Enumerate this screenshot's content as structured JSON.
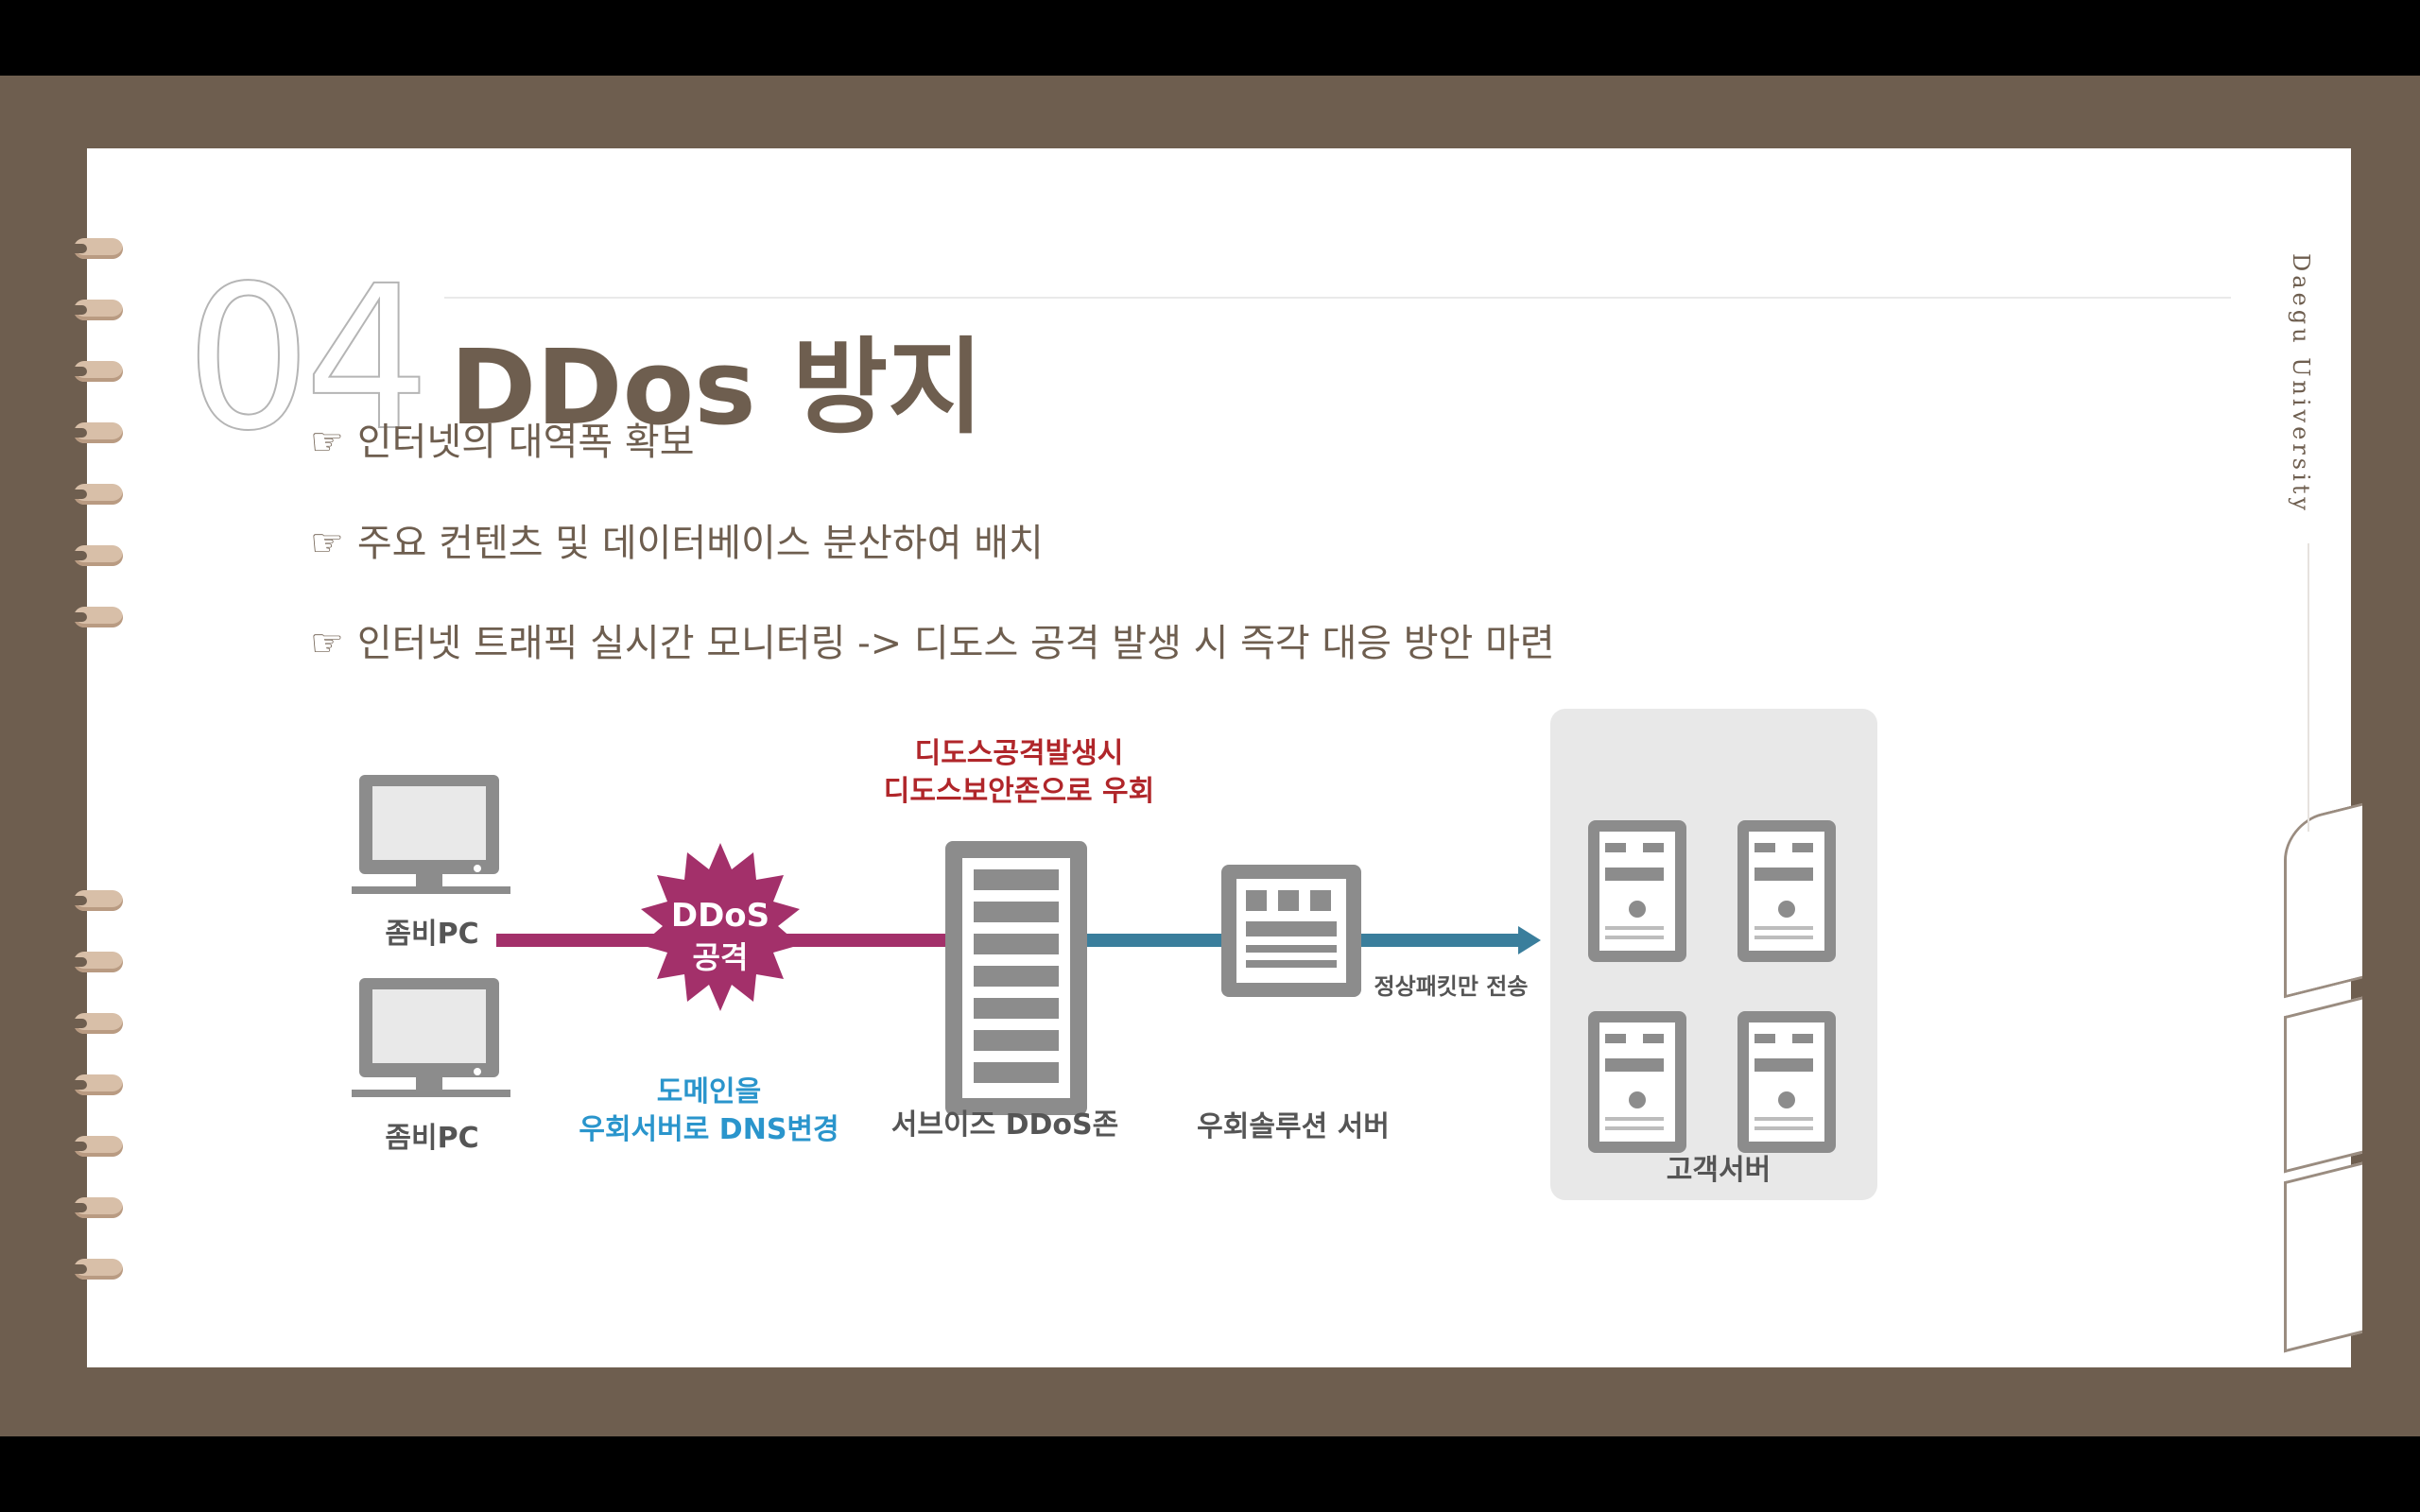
{
  "slide": {
    "number": "04",
    "title": "DDos 방지",
    "side_label": "Daegu University",
    "bullet_icon": "hand-pointer-icon",
    "bullet_glyph": "☞",
    "bullets": [
      "인터넷의 대역폭 확보",
      "주요 컨텐츠 및 데이터베이스 분산하여 배치",
      "인터넷 트래픽 실시간 모니터링 -> 디도스 공격 발생 시 즉각 대응 방안 마련"
    ]
  },
  "diagram": {
    "zombie_pc_1": "좀비PC",
    "zombie_pc_2": "좀비PC",
    "attack_line1": "DDoS",
    "attack_line2": "공격",
    "dns_change_line1": "도메인을",
    "dns_change_line2": "우회서버로 DNS변경",
    "bypass_note_line1": "디도스공격발생시",
    "bypass_note_line2": "디도스보안존으로 우회",
    "service_zone": "서브이즈 DDoS존",
    "bypass_server": "우회솔루션 서버",
    "normal_packets": "정상패킷만 전송",
    "customer_server": "고객서버",
    "colors": {
      "attack": "#a3306a",
      "route": "#3a7e9c",
      "note_red": "#b0262a",
      "note_blue": "#2a95cc",
      "gray": "#8c8c8c"
    }
  }
}
